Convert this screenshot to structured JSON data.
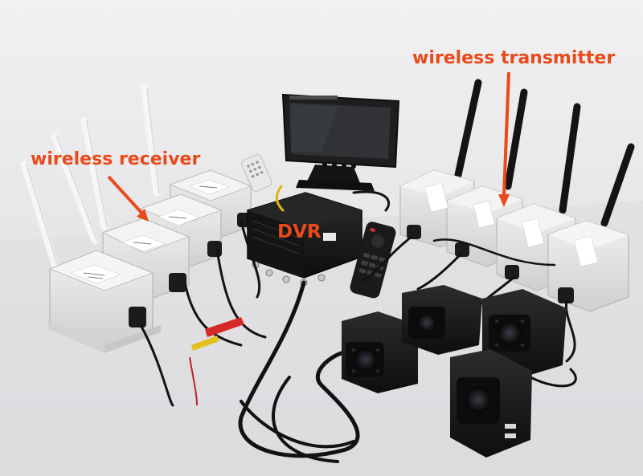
{
  "labels": {
    "receiver": "wireless receiver",
    "transmitter": "wireless transmitter",
    "dvr": "DVR"
  },
  "colors": {
    "callout": "#e84a1c",
    "background": "#e9e9eb",
    "enclosure": "#e4e5e3",
    "antenna": "#f4f4f4",
    "device_black": "#1c1c1c"
  },
  "icons": {
    "arrow": "arrow-icon"
  }
}
